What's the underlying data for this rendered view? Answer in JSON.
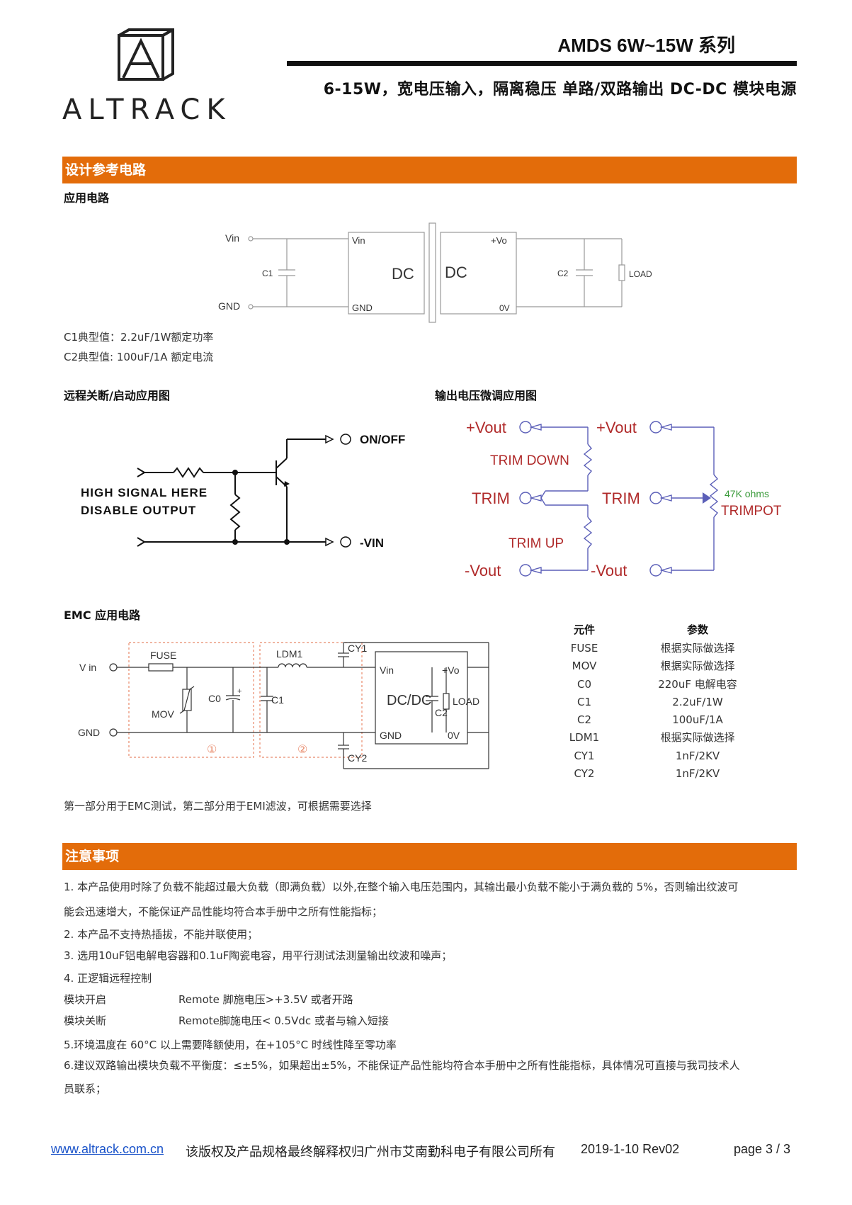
{
  "header": {
    "logo_text": "ALTRACK",
    "series_title": "AMDS 6W~15W 系列",
    "subtitle": "6-15W，宽电压输入，隔离稳压 单路/双路输出 DC-DC 模块电源"
  },
  "section_design": {
    "title": "设计参考电路",
    "app_circuit_title": "应用电路",
    "circuit": {
      "vin": "Vin",
      "gnd": "GND",
      "c1": "C1",
      "c2": "C2",
      "block_vin": "Vin",
      "block_gnd": "GND",
      "dc_left": "DC",
      "dc_right": "DC",
      "block_vo": "+Vo",
      "block_0v": "0V",
      "load": "LOAD"
    },
    "c1_note": "C1典型值：2.2uF/1W额定功率",
    "c2_note": "C2典型值: 100uF/1A  额定电流",
    "remote_title": "远程关断/启动应用图",
    "remote": {
      "onoff": "ON/OFF",
      "vin_neg": "-VIN",
      "high_signal": "HIGH SIGNAL HERE",
      "disable": "DISABLE OUTPUT"
    },
    "trim_title": "输出电压微调应用图",
    "trim": {
      "vout_pos": "+Vout",
      "vout_neg": "-Vout",
      "trim": "TRIM",
      "trim_down": "TRIM DOWN",
      "trim_up": "TRIM UP",
      "ohms": "47K ohms",
      "trimpot": "TRIMPOT"
    },
    "emc_title": "EMC 应用电路",
    "emc": {
      "vin": "V in",
      "gnd": "GND",
      "fuse": "FUSE",
      "mov": "MOV",
      "c0": "C0",
      "ldm1": "LDM1",
      "c1": "C1",
      "cy1": "CY1",
      "cy2": "CY2",
      "block_vin": "Vin",
      "block_vo": "+Vo",
      "block": "DC/DC",
      "block_gnd": "GND",
      "block_0v": "0V",
      "c2": "C2",
      "load": "LOAD",
      "part1": "①",
      "part2": "②"
    },
    "emc_table": {
      "headers": [
        "元件",
        "参数"
      ],
      "rows": [
        [
          "FUSE",
          "根据实际做选择"
        ],
        [
          "MOV",
          "根据实际做选择"
        ],
        [
          "C0",
          "220uF  电解电容"
        ],
        [
          "C1",
          "2.2uF/1W"
        ],
        [
          "C2",
          "100uF/1A"
        ],
        [
          "LDM1",
          "根据实际做选择"
        ],
        [
          "CY1",
          "1nF/2KV"
        ],
        [
          "CY2",
          "1nF/2KV"
        ]
      ]
    },
    "emc_note": "第一部分用于EMC测试，第二部分用于EMI滤波，可根据需要选择"
  },
  "section_notes": {
    "title": "注意事项",
    "note1a": "1.  本产品使用时除了负载不能超过最大负载（即满负载）以外,在整个输入电压范围内，其输出最小负载不能小于满负载的 5%，否则输出纹波可",
    "note1b": "能会迅速增大，不能保证产品性能均符合本手册中之所有性能指标；",
    "note2": "2.  本产品不支持热插拔，不能并联使用；",
    "note3": "3.  选用10uF铝电解电容器和0.1uF陶瓷电容，用平行测试法测量输出纹波和噪声；",
    "note4": "4.  正逻辑远程控制",
    "on_label": "模块开启",
    "on_value": "Remote 脚施电压>+3.5V  或者开路",
    "off_label": "模块关断",
    "off_value": "Remote脚施电压< 0.5Vdc  或者与输入短接",
    "note5": "5.环境温度在 60°C 以上需要降额使用，在+105°C 时线性降至零功率",
    "note6a": "6.建议双路输出模块负载不平衡度：≤±5%，如果超出±5%，不能保证产品性能均符合本手册中之所有性能指标，具体情况可直接与我司技术人",
    "note6b": "员联系；"
  },
  "footer": {
    "url": "www.altrack.com.cn",
    "copyright": "该版权及产品规格最终解释权归广州市艾南勤科电子有限公司所有",
    "date_rev": "2019-1-10 Rev02",
    "page": "page 3 / 3"
  },
  "colors": {
    "accent": "#e36c0a",
    "trim_line": "#5b5fb8",
    "trim_text": "#b02a2a",
    "emc_dash": "#e8896a"
  }
}
